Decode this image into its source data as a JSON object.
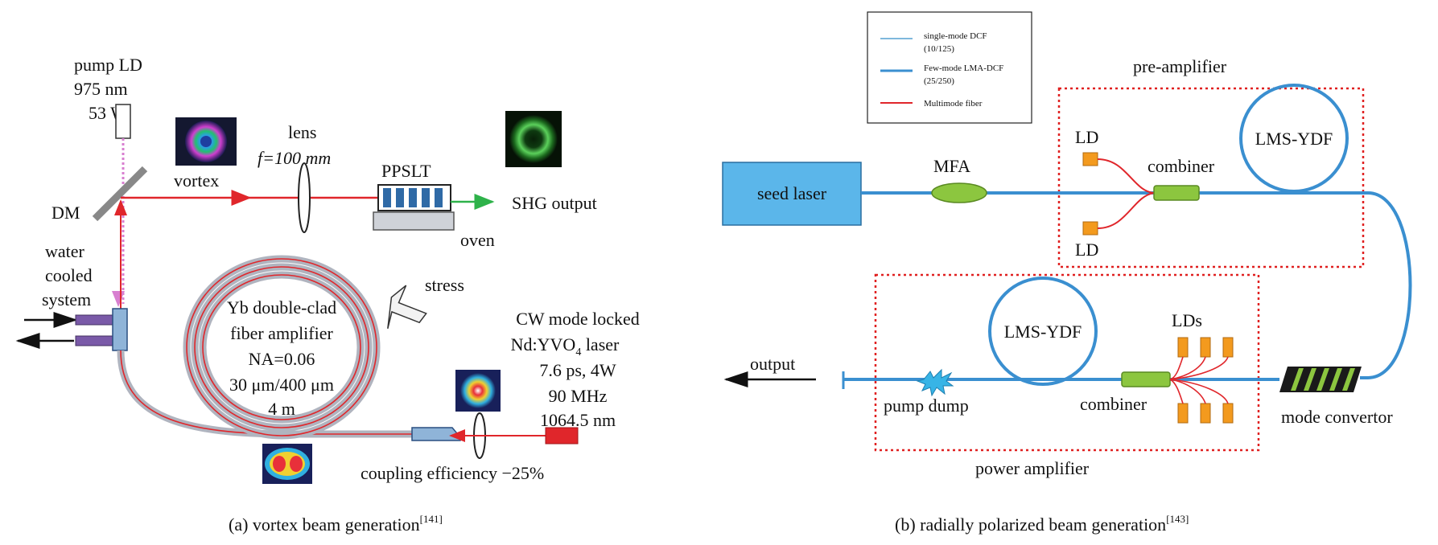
{
  "panel_a": {
    "pump_ld": "pump LD",
    "pump_wavelength": "975 nm",
    "pump_power": "53 W",
    "dm": "DM",
    "vortex": "vortex",
    "lens": "lens",
    "lens_focal": "f=100 mm",
    "ppslt": "PPSLT",
    "oven": "oven",
    "shg_output": "SHG output",
    "water_line1": "water",
    "water_line2": "cooled",
    "water_line3": "system",
    "stress": "stress",
    "amp_line1": "Yb double-clad",
    "amp_line2": "fiber amplifier",
    "amp_line3": "NA=0.06",
    "amp_line4": "30 μm/400 μm",
    "amp_line5": "4 m",
    "cw_line1": "CW mode locked",
    "cw_line2_pre": "Nd:YVO",
    "cw_line2_sub": "4",
    "cw_line2_post": " laser",
    "cw_line3": "7.6 ps, 4W",
    "cw_line4": "90 MHz",
    "cw_line5": "1064.5 nm",
    "coupling": "coupling efficiency −25%",
    "caption": "(a) vortex beam generation",
    "caption_ref": "[141]"
  },
  "panel_b": {
    "legend": {
      "item1_line1": "single-mode DCF",
      "item1_line2": "(10/125)",
      "item2_line1": "Few-mode LMA-DCF",
      "item2_line2": "(25/250)",
      "item3": "Multimode fiber"
    },
    "pre_amplifier": "pre-amplifier",
    "seed_laser": "seed laser",
    "mfa": "MFA",
    "ld_top": "LD",
    "ld_bottom": "LD",
    "combiner_top": "combiner",
    "lms_ydf_top": "LMS-YDF",
    "lms_ydf_bottom": "LMS-YDF",
    "lds": "LDs",
    "output": "output",
    "pump_dump": "pump dump",
    "combiner_bottom": "combiner",
    "mode_convertor": "mode convertor",
    "power_amplifier": "power amplifier",
    "caption": "(b) radially polarized beam generation",
    "caption_ref": "[143]"
  },
  "colors": {
    "laser_red": "#e0262b",
    "fiber_blue": "#3a8fd0",
    "seed_fill": "#5bb6ea",
    "mfa_green": "#8cc63f",
    "ld_orange": "#f39a1e",
    "box_red": "#e02020",
    "shg_green": "#2eb24a",
    "pump_pink": "#d87fd0"
  }
}
